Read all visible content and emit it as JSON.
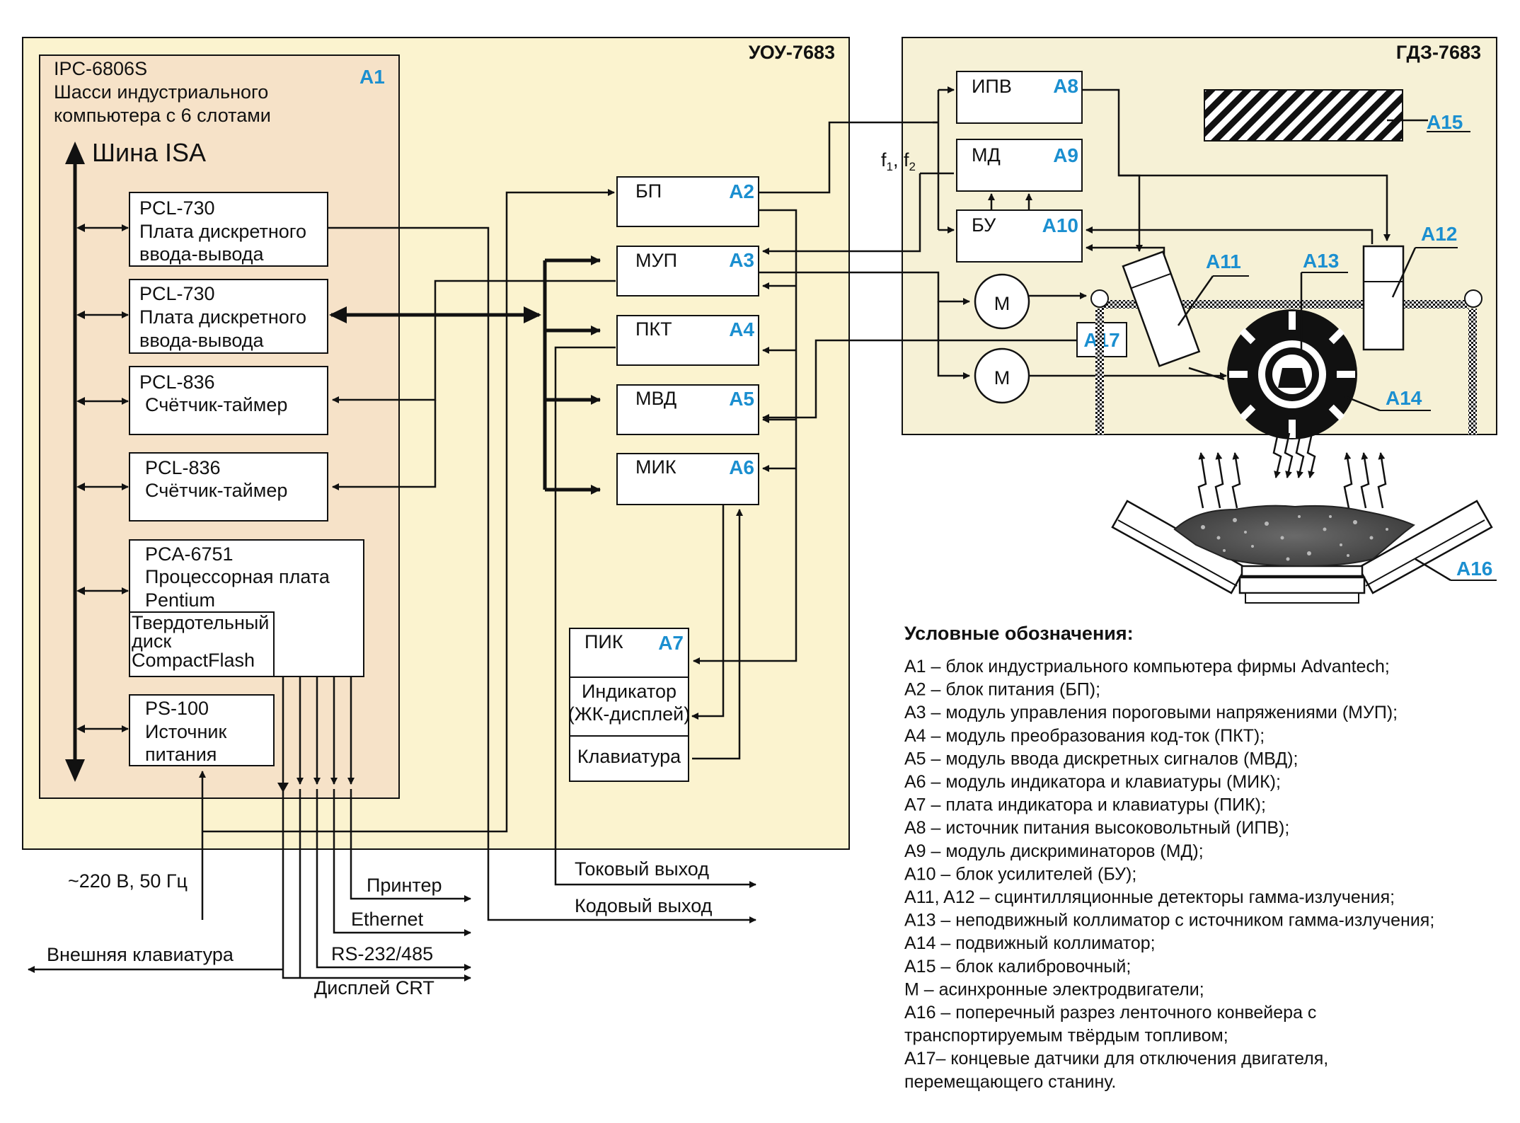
{
  "uou": {
    "title": "УОУ-7683",
    "a1_tag": "A1",
    "chassis_lines": [
      "IPC-6806S",
      "Шасси индустриального",
      "компьютера с 6 слотами"
    ],
    "bus_label": "Шина ISA",
    "cards": [
      {
        "lines": [
          "PCL-730",
          "Плата дискретного",
          "ввода-вывода"
        ]
      },
      {
        "lines": [
          "PCL-730",
          "Плата дискретного",
          "ввода-вывода"
        ]
      },
      {
        "lines": [
          "PCL-836",
          "Счётчик-таймер"
        ]
      },
      {
        "lines": [
          "PCL-836",
          "Счётчик-таймер"
        ]
      },
      {
        "lines": [
          "PCA-6751",
          "Процессорная плата",
          "Pentium"
        ]
      },
      {
        "lines": [
          "PS-100",
          "Источник",
          "питания"
        ]
      }
    ],
    "disk_lines": [
      "Твердотельный",
      "диск",
      "CompactFlash"
    ],
    "modules": [
      {
        "name": "БП",
        "tag": "A2"
      },
      {
        "name": "МУП",
        "tag": "A3"
      },
      {
        "name": "ПКТ",
        "tag": "A4"
      },
      {
        "name": "МВД",
        "tag": "A5"
      },
      {
        "name": "МИК",
        "tag": "A6"
      }
    ],
    "pik": {
      "name": "ПИК",
      "tag": "A7",
      "indicator_lines": [
        "Индикатор",
        "(ЖК-дисплей)"
      ],
      "keyboard": "Клавиатура"
    }
  },
  "outputs": {
    "power": "~220 В, 50 Гц",
    "printer": "Принтер",
    "ethernet": "Ethernet",
    "rs": "RS-232/485",
    "crt": "Дисплей CRT",
    "ext_keyboard": "Внешняя клавиатура",
    "current_out": "Токовый выход",
    "code_out": "Кодовый выход"
  },
  "gdz": {
    "title": "ГДЗ-7683",
    "ipv": {
      "name": "ИПВ",
      "tag": "A8"
    },
    "md": {
      "name": "МД",
      "tag": "A9"
    },
    "bu": {
      "name": "БУ",
      "tag": "A10"
    },
    "freq": {
      "f": "f",
      "s1": "1",
      "sep": ", ",
      "s2": "2"
    },
    "motor": "M",
    "tags": {
      "a11": "A11",
      "a12": "A12",
      "a13": "A13",
      "a14": "A14",
      "a15": "A15",
      "a16": "A16",
      "a17": "A17"
    }
  },
  "legend": {
    "title": "Условные обозначения:",
    "items": [
      "A1 – блок индустриального компьютера фирмы Advantech;",
      "A2 – блок питания (БП);",
      "A3 – модуль управления пороговыми напряжениями (МУП);",
      "A4 – модуль преобразования код-ток (ПКТ);",
      "A5 – модуль ввода дискретных сигналов (МВД);",
      "A6 – модуль индикатора и клавиатуры (МИК);",
      "A7 – плата индикатора и клавиатуры (ПИК);",
      "A8 – источник питания высоковольтный (ИПВ);",
      "A9 – модуль дискриминаторов (МД);",
      "A10 – блок усилителей (БУ);",
      "A11, A12 – сцинтилляционные детекторы гамма-излучения;",
      "A13 – неподвижный коллиматор с источником гамма-излучения;",
      "A14 – подвижный коллиматор;",
      "A15 – блок калибровочный;",
      "М – асинхронные электродвигатели;",
      "A16 – поперечный разрез ленточного конвейера с",
      "транспортируемым твёрдым топливом;",
      "A17– концевые датчики для отключения двигателя,",
      "перемещающего станину."
    ]
  },
  "colors": {
    "uou_bg": "#fbf3cf",
    "chassis_bg": "#f6e2c8",
    "gdz_bg": "#f6f1d6",
    "tag": "#1b8fd0"
  }
}
